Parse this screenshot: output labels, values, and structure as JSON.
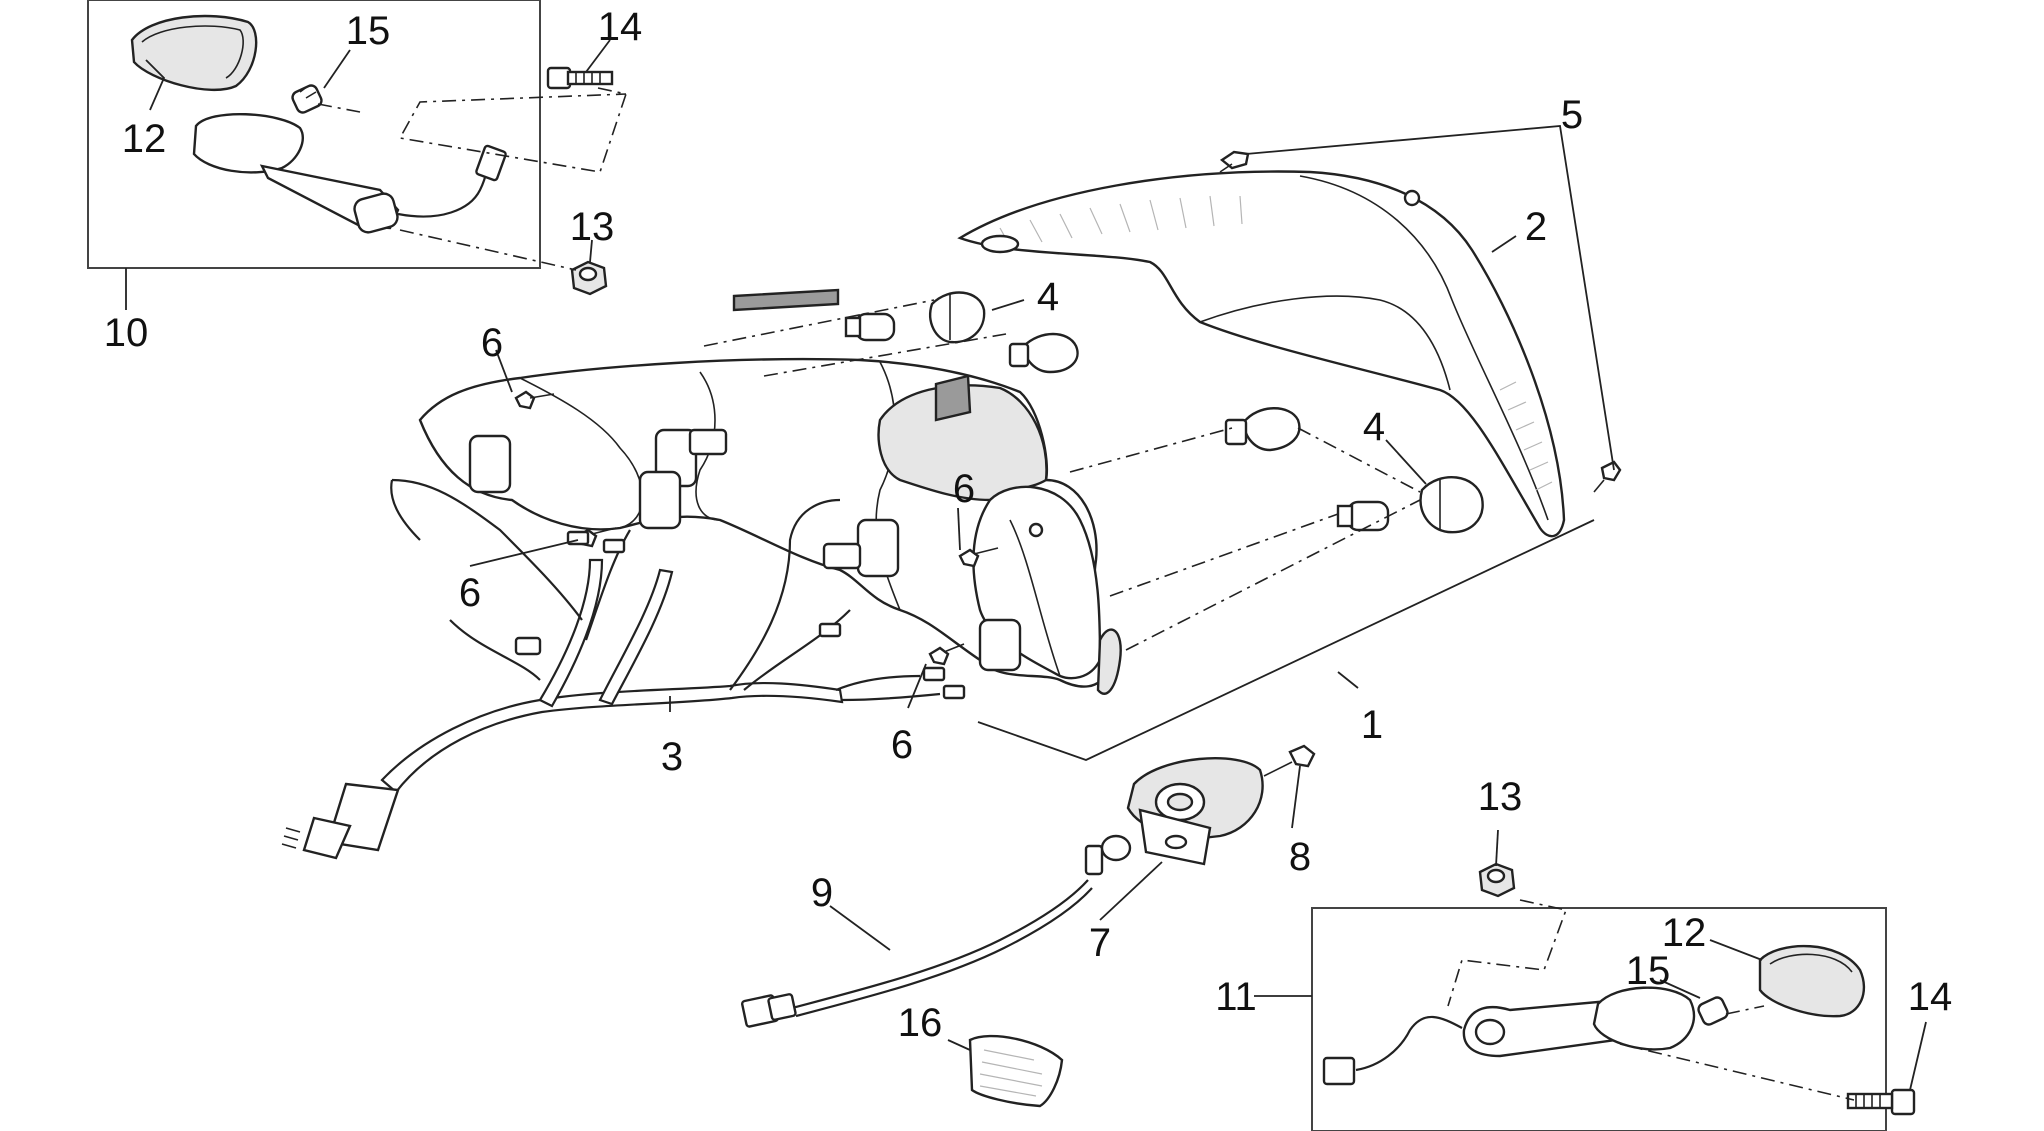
{
  "callouts": {
    "c1": "1",
    "c2": "2",
    "c3": "3",
    "c4a": "4",
    "c4b": "4",
    "c5": "5",
    "c6a": "6",
    "c6b": "6",
    "c6c": "6",
    "c6d": "6",
    "c7": "7",
    "c8": "8",
    "c9": "9",
    "c10": "10",
    "c11": "11",
    "c12a": "12",
    "c12b": "12",
    "c13a": "13",
    "c13b": "13",
    "c14a": "14",
    "c14b": "14",
    "c15a": "15",
    "c15b": "15",
    "c16": "16"
  }
}
